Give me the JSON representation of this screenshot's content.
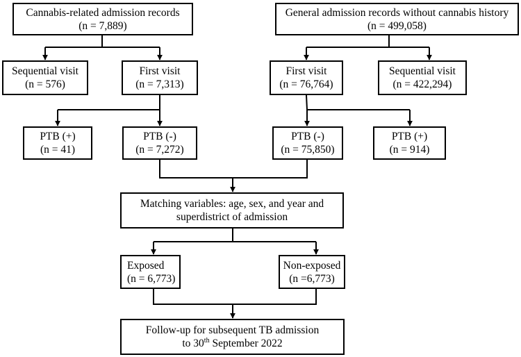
{
  "boxes": {
    "cannabis_records": {
      "line1": "Cannabis-related admission records",
      "line2": "(n = 7,889)"
    },
    "general_records": {
      "line1": "General admission records without cannabis history",
      "line2": "(n = 499,058)"
    },
    "cannabis_sequential": {
      "line1": "Sequential visit",
      "line2": "(n = 576)"
    },
    "cannabis_first": {
      "line1": "First visit",
      "line2": "(n = 7,313)"
    },
    "general_first": {
      "line1": "First visit",
      "line2": "(n = 76,764)"
    },
    "general_sequential": {
      "line1": "Sequential visit",
      "line2": "(n = 422,294)"
    },
    "cannabis_ptb_pos": {
      "line1": "PTB (+)",
      "line2": "(n = 41)"
    },
    "cannabis_ptb_neg": {
      "line1": "PTB (-)",
      "line2": "(n = 7,272)"
    },
    "general_ptb_neg": {
      "line1": "PTB (-)",
      "line2": "(n = 75,850)"
    },
    "general_ptb_pos": {
      "line1": "PTB (+)",
      "line2": "(n = 914)"
    },
    "matching": {
      "line1": "Matching variables: age, sex, and year and",
      "line2": "superdistrict of admission"
    },
    "exposed": {
      "line1": "Exposed",
      "line2": "(n = 6,773)"
    },
    "non_exposed": {
      "line1": "Non-exposed",
      "line2": "(n =6,773)"
    },
    "followup": {
      "line1": "Follow-up for subsequent TB admission",
      "line2_prefix": "to 30",
      "line2_sup": "th",
      "line2_suffix": " September 2022"
    }
  }
}
